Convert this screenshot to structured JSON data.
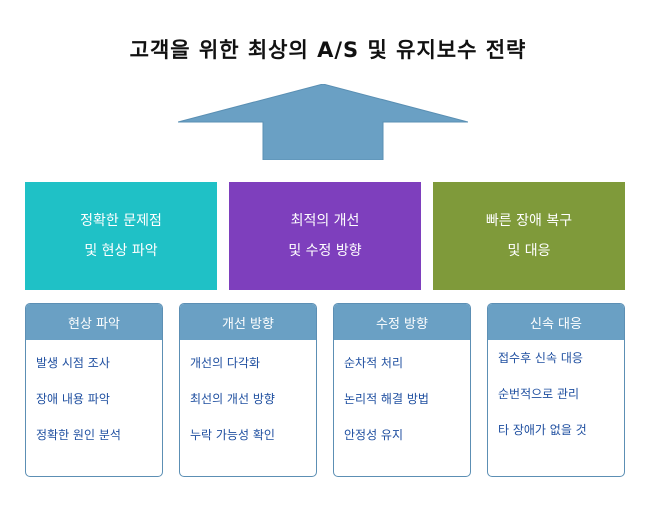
{
  "title": "고객을 위한 최상의 A/S 및 유지보수 전략",
  "colors": {
    "arrow": "#6aa0c4",
    "box_teal": "#1fc1c6",
    "box_purple": "#7e3fbd",
    "box_green": "#7f9a3a",
    "card_header": "#6aa0c4",
    "card_text": "#1f4fa0"
  },
  "goals": [
    {
      "line1": "정확한 문제점",
      "line2": "및 현상 파악"
    },
    {
      "line1": "최적의 개선",
      "line2": "및 수정 방향"
    },
    {
      "line1": "빠른 장애 복구",
      "line2": "및 대응"
    }
  ],
  "cards": [
    {
      "header": "현상 파악",
      "items": [
        "발생 시점 조사",
        "장애 내용 파악",
        "정확한 원인 분석"
      ]
    },
    {
      "header": "개선 방향",
      "items": [
        "개선의 다각화",
        "최선의 개선 방향",
        "누락 가능성 확인"
      ]
    },
    {
      "header": "수정 방향",
      "items": [
        "순차적 처리",
        "논리적 해결 방법",
        "안정성 유지"
      ]
    },
    {
      "header": "신속 대응",
      "items": [
        "접수후 신속 대응",
        "순번적으로 관리",
        "타 장애가 없을 것"
      ]
    }
  ]
}
